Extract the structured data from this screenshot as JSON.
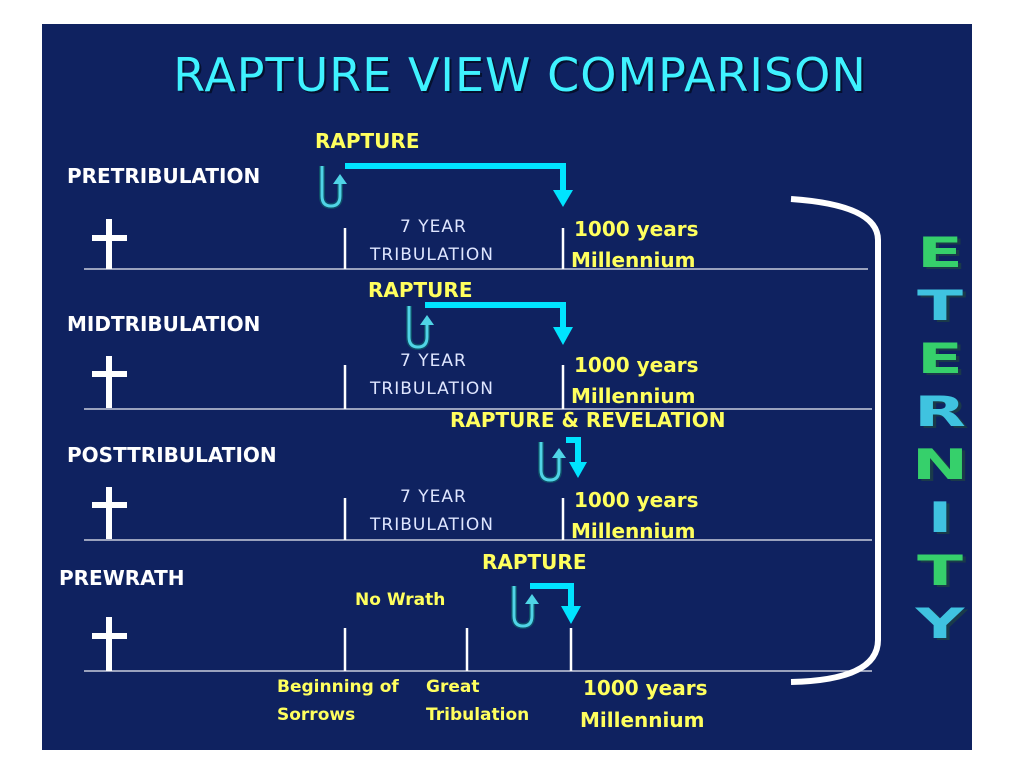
{
  "title": "RAPTURE VIEW COMPARISON",
  "rows": [
    {
      "label": "PRETRIBULATION",
      "rapture_label": "RAPTURE",
      "trib_line1": "7 YEAR",
      "trib_line2": "TRIBULATION",
      "years": "1000 years",
      "millennium": "Millennium"
    },
    {
      "label": "MIDTRIBULATION",
      "rapture_label": "RAPTURE",
      "trib_line1": "7 YEAR",
      "trib_line2": "TRIBULATION",
      "years": "1000 years",
      "millennium": "Millennium"
    },
    {
      "label": "POSTTRIBULATION",
      "rapture_label": "RAPTURE & REVELATION",
      "trib_line1": "7 YEAR",
      "trib_line2": "TRIBULATION",
      "years": "1000 years",
      "millennium": "Millennium"
    },
    {
      "label": "PREWRATH",
      "rapture_label": "RAPTURE",
      "no_wrath": "No Wrath",
      "years": "1000 years",
      "millennium": "Millennium"
    }
  ],
  "prewrath_sections": {
    "beginning_line1": "Beginning of",
    "beginning_line2": "Sorrows",
    "great_line1": "Great",
    "great_line2": "Tribulation"
  },
  "eternity": [
    "E",
    "T",
    "E",
    "R",
    "N",
    "I",
    "T",
    "Y"
  ],
  "colors": {
    "background": "#0f2260",
    "title": "#3ff2ff",
    "label": "#ffff5e",
    "arrow": "#00e4ff",
    "line": "#c8ccdc"
  },
  "icons": [
    "cross-icon",
    "rapture-hook-arrow-icon",
    "rapture-path-arrow-icon",
    "eternity-brace-icon"
  ]
}
